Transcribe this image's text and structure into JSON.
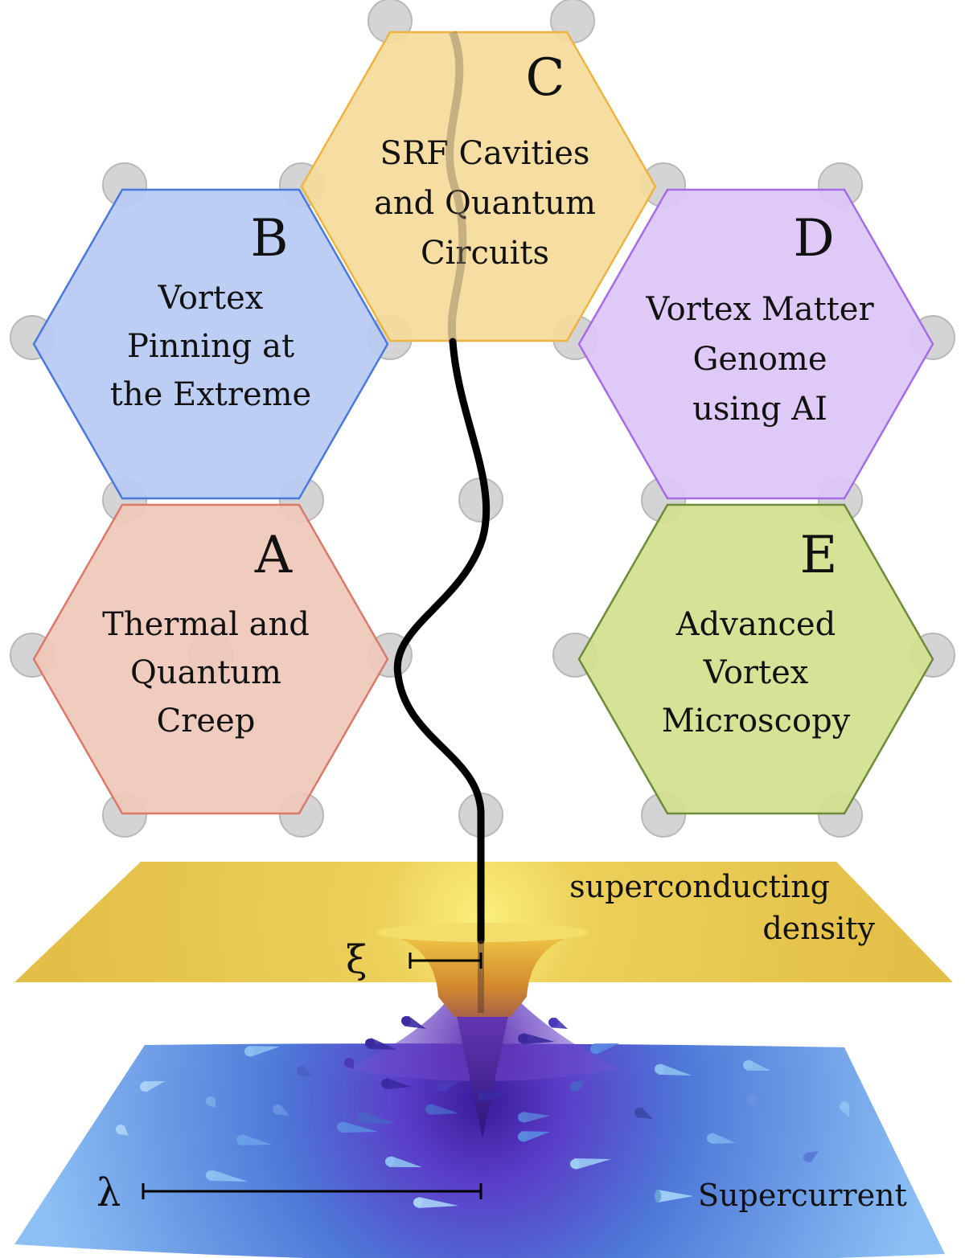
{
  "modules": [
    {
      "id": "A",
      "letter": "A",
      "lines": [
        "Thermal and",
        "Quantum",
        "Creep"
      ],
      "fill": "#eec8b8",
      "stroke": "#d9796a"
    },
    {
      "id": "B",
      "letter": "B",
      "lines": [
        "Vortex",
        "Pinning at",
        "the Extreme"
      ],
      "fill": "#b6caf2",
      "stroke": "#4a78dc"
    },
    {
      "id": "C",
      "letter": "C",
      "lines": [
        "SRF Cavities",
        "and Quantum",
        "Circuits"
      ],
      "fill": "#f5da9a",
      "stroke": "#ebb443"
    },
    {
      "id": "D",
      "letter": "D",
      "lines": [
        "Vortex Matter",
        "Genome",
        "using AI"
      ],
      "fill": "#dcc6f6",
      "stroke": "#a66ce6"
    },
    {
      "id": "E",
      "letter": "E",
      "lines": [
        "Advanced",
        "Vortex",
        "Microscopy"
      ],
      "fill": "#d2df8c",
      "stroke": "#6e8a3e"
    }
  ],
  "labels": {
    "superconducting_line1": "superconducting",
    "superconducting_line2": "density",
    "xi_symbol": "ξ",
    "lambda_symbol": "λ",
    "supercurrent": "Supercurrent"
  },
  "colors": {
    "superconducting_plane": "#e8c64e",
    "vortex_core": "#f6e85a",
    "current_plane": "#6ea8e8",
    "current_center": "#4a2aa8",
    "pin_site": "#d4d4d4",
    "vortex_line": "#000000"
  }
}
